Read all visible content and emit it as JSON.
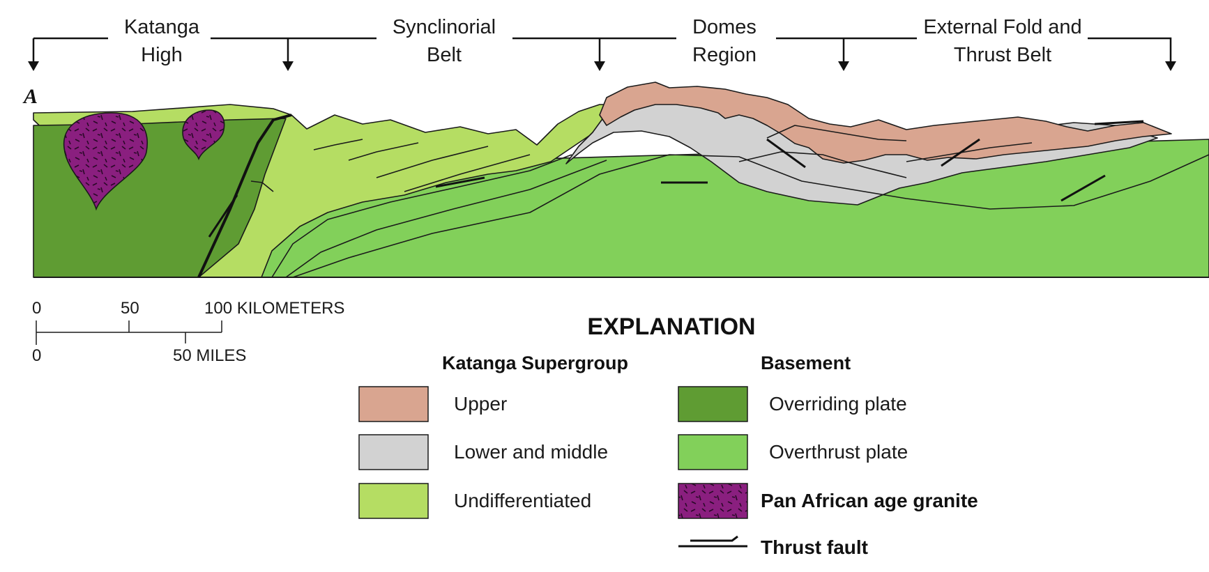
{
  "panel_label": "A",
  "regions": [
    {
      "line1": "Katanga",
      "line2": "High"
    },
    {
      "line1": "Synclinorial",
      "line2": "Belt"
    },
    {
      "line1": "Domes",
      "line2": "Region"
    },
    {
      "line1": "External Fold and",
      "line2": "Thrust Belt"
    }
  ],
  "scale": {
    "km_ticks": [
      "0",
      "50",
      "100 KILOMETERS"
    ],
    "mile_ticks": [
      "0",
      "50 MILES"
    ]
  },
  "explanation": {
    "title": "EXPLANATION",
    "katanga": {
      "heading": "Katanga Supergroup",
      "items": [
        {
          "label": "Upper",
          "color": "#d9a590"
        },
        {
          "label": "Lower and middle",
          "color": "#d2d2d2"
        },
        {
          "label": "Undifferentiated",
          "color": "#b5dd63"
        }
      ]
    },
    "basement": {
      "heading": "Basement",
      "items": [
        {
          "label": "Overriding plate",
          "color": "#5f9c33"
        },
        {
          "label": "Overthrust plate",
          "color": "#82d05a"
        }
      ]
    },
    "granite": {
      "label": "Pan African age granite",
      "color": "#8a1f7f"
    },
    "thrust": {
      "label": "Thrust fault"
    }
  }
}
